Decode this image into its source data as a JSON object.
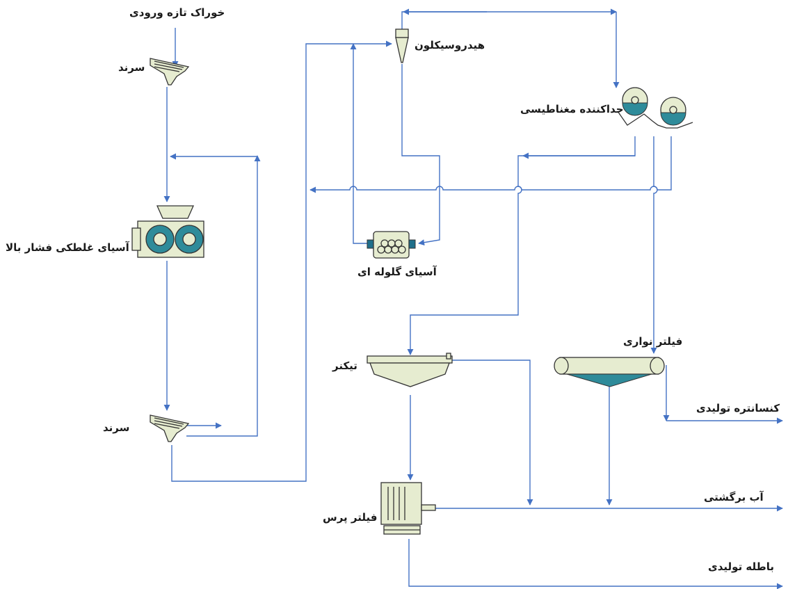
{
  "labels": {
    "fresh_feed": "خوراک تازه ورودی",
    "screen_1": "سرند",
    "hpgr": "آسیای غلطکی فشار بالا",
    "screen_2": "سرند",
    "hydrocyclone": "هیدروسیکلون",
    "ball_mill": "آسیای گلوله ای",
    "magnetic_separator": "جداکننده مغناطیسی",
    "thickener": "تیکنر",
    "belt_filter": "فیلتر نواری",
    "concentrate": "کنسانتره تولیدی",
    "return_water": "آب برگشتی",
    "filter_press": "فیلتر پرس",
    "tailings": "باطله تولیدی"
  },
  "colors": {
    "flow_line": "#4472c4",
    "equipment_fill": "#e6ecd0",
    "roller_fill": "#2e8b9a",
    "outline": "#333333"
  }
}
